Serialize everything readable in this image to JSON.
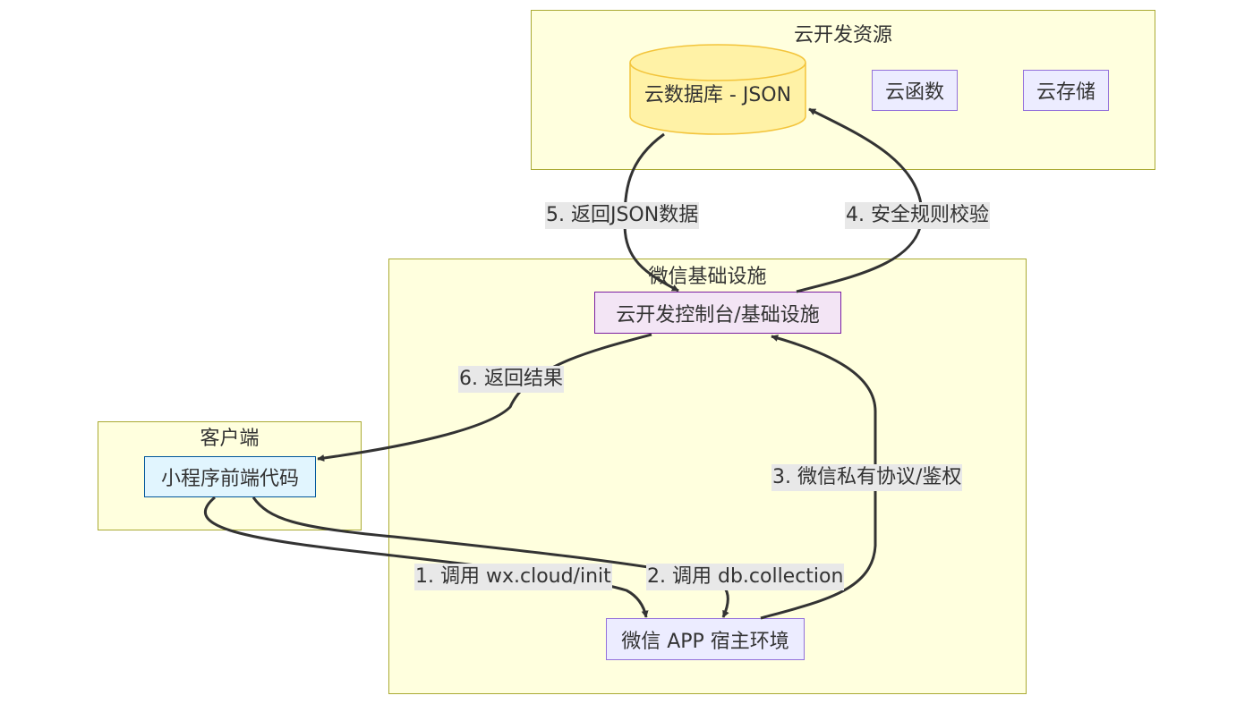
{
  "clusters": {
    "cloud_resources": "云开发资源",
    "wechat_infra": "微信基础设施",
    "client": "客户端"
  },
  "nodes": {
    "cloud_db": "云数据库 - JSON",
    "cloud_function": "云函数",
    "cloud_storage": "云存储",
    "console": "云开发控制台/基础设施",
    "frontend": "小程序前端代码",
    "wechat_app": "微信 APP 宿主环境"
  },
  "edges": {
    "step1": "1. 调用 wx.cloud/init",
    "step2": "2. 调用 db.collection",
    "step3": "3. 微信私有协议/鉴权",
    "step4": "4. 安全规则校验",
    "step5": "5. 返回JSON数据",
    "step6": "6. 返回结果"
  },
  "colors": {
    "cluster_fill": "#ffffde",
    "cluster_border": "#aaaa33",
    "node_fill": "#ececff",
    "node_border": "#9370db",
    "client_fill": "#e1f5fe",
    "client_border": "#01579b",
    "console_fill": "#f3e5f5",
    "console_border": "#7b1fa2",
    "db_fill": "#fff2a6",
    "db_border": "#f3c43b",
    "edge": "#333333",
    "edge_label_bg": "#e8e8e8"
  }
}
